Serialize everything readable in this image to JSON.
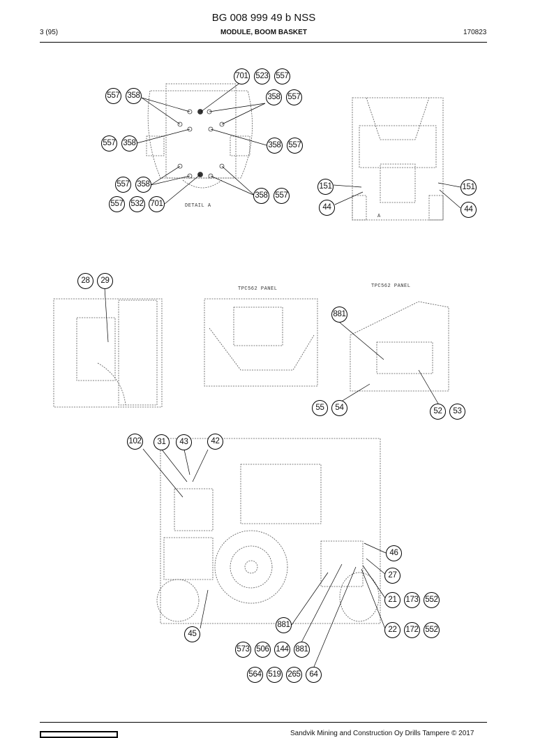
{
  "header": {
    "doc_number": "BG 008 999 49 b NSS",
    "page": "3 (95)",
    "title": "MODULE, BOOM BASKET",
    "date": "170823"
  },
  "footer": {
    "copyright": "Sandvik Mining and Construction Oy Drills Tampere © 2017"
  },
  "drawing_labels": {
    "detail": "DETAIL A",
    "view_a": "A",
    "panel_1": "TPC562 PANEL",
    "panel_2": "TPC562 PANEL"
  },
  "callouts": [
    "701",
    "523",
    "557",
    "557",
    "358",
    "358",
    "557",
    "557",
    "358",
    "358",
    "557",
    "557",
    "358",
    "358",
    "557",
    "557",
    "532",
    "701",
    "151",
    "44",
    "151",
    "44",
    "28",
    "29",
    "881",
    "55",
    "54",
    "52",
    "53",
    "102",
    "31",
    "43",
    "42",
    "46",
    "27",
    "21",
    "173",
    "552",
    "22",
    "172",
    "552",
    "881",
    "45",
    "573",
    "506",
    "144",
    "881",
    "564",
    "519",
    "265",
    "64"
  ]
}
